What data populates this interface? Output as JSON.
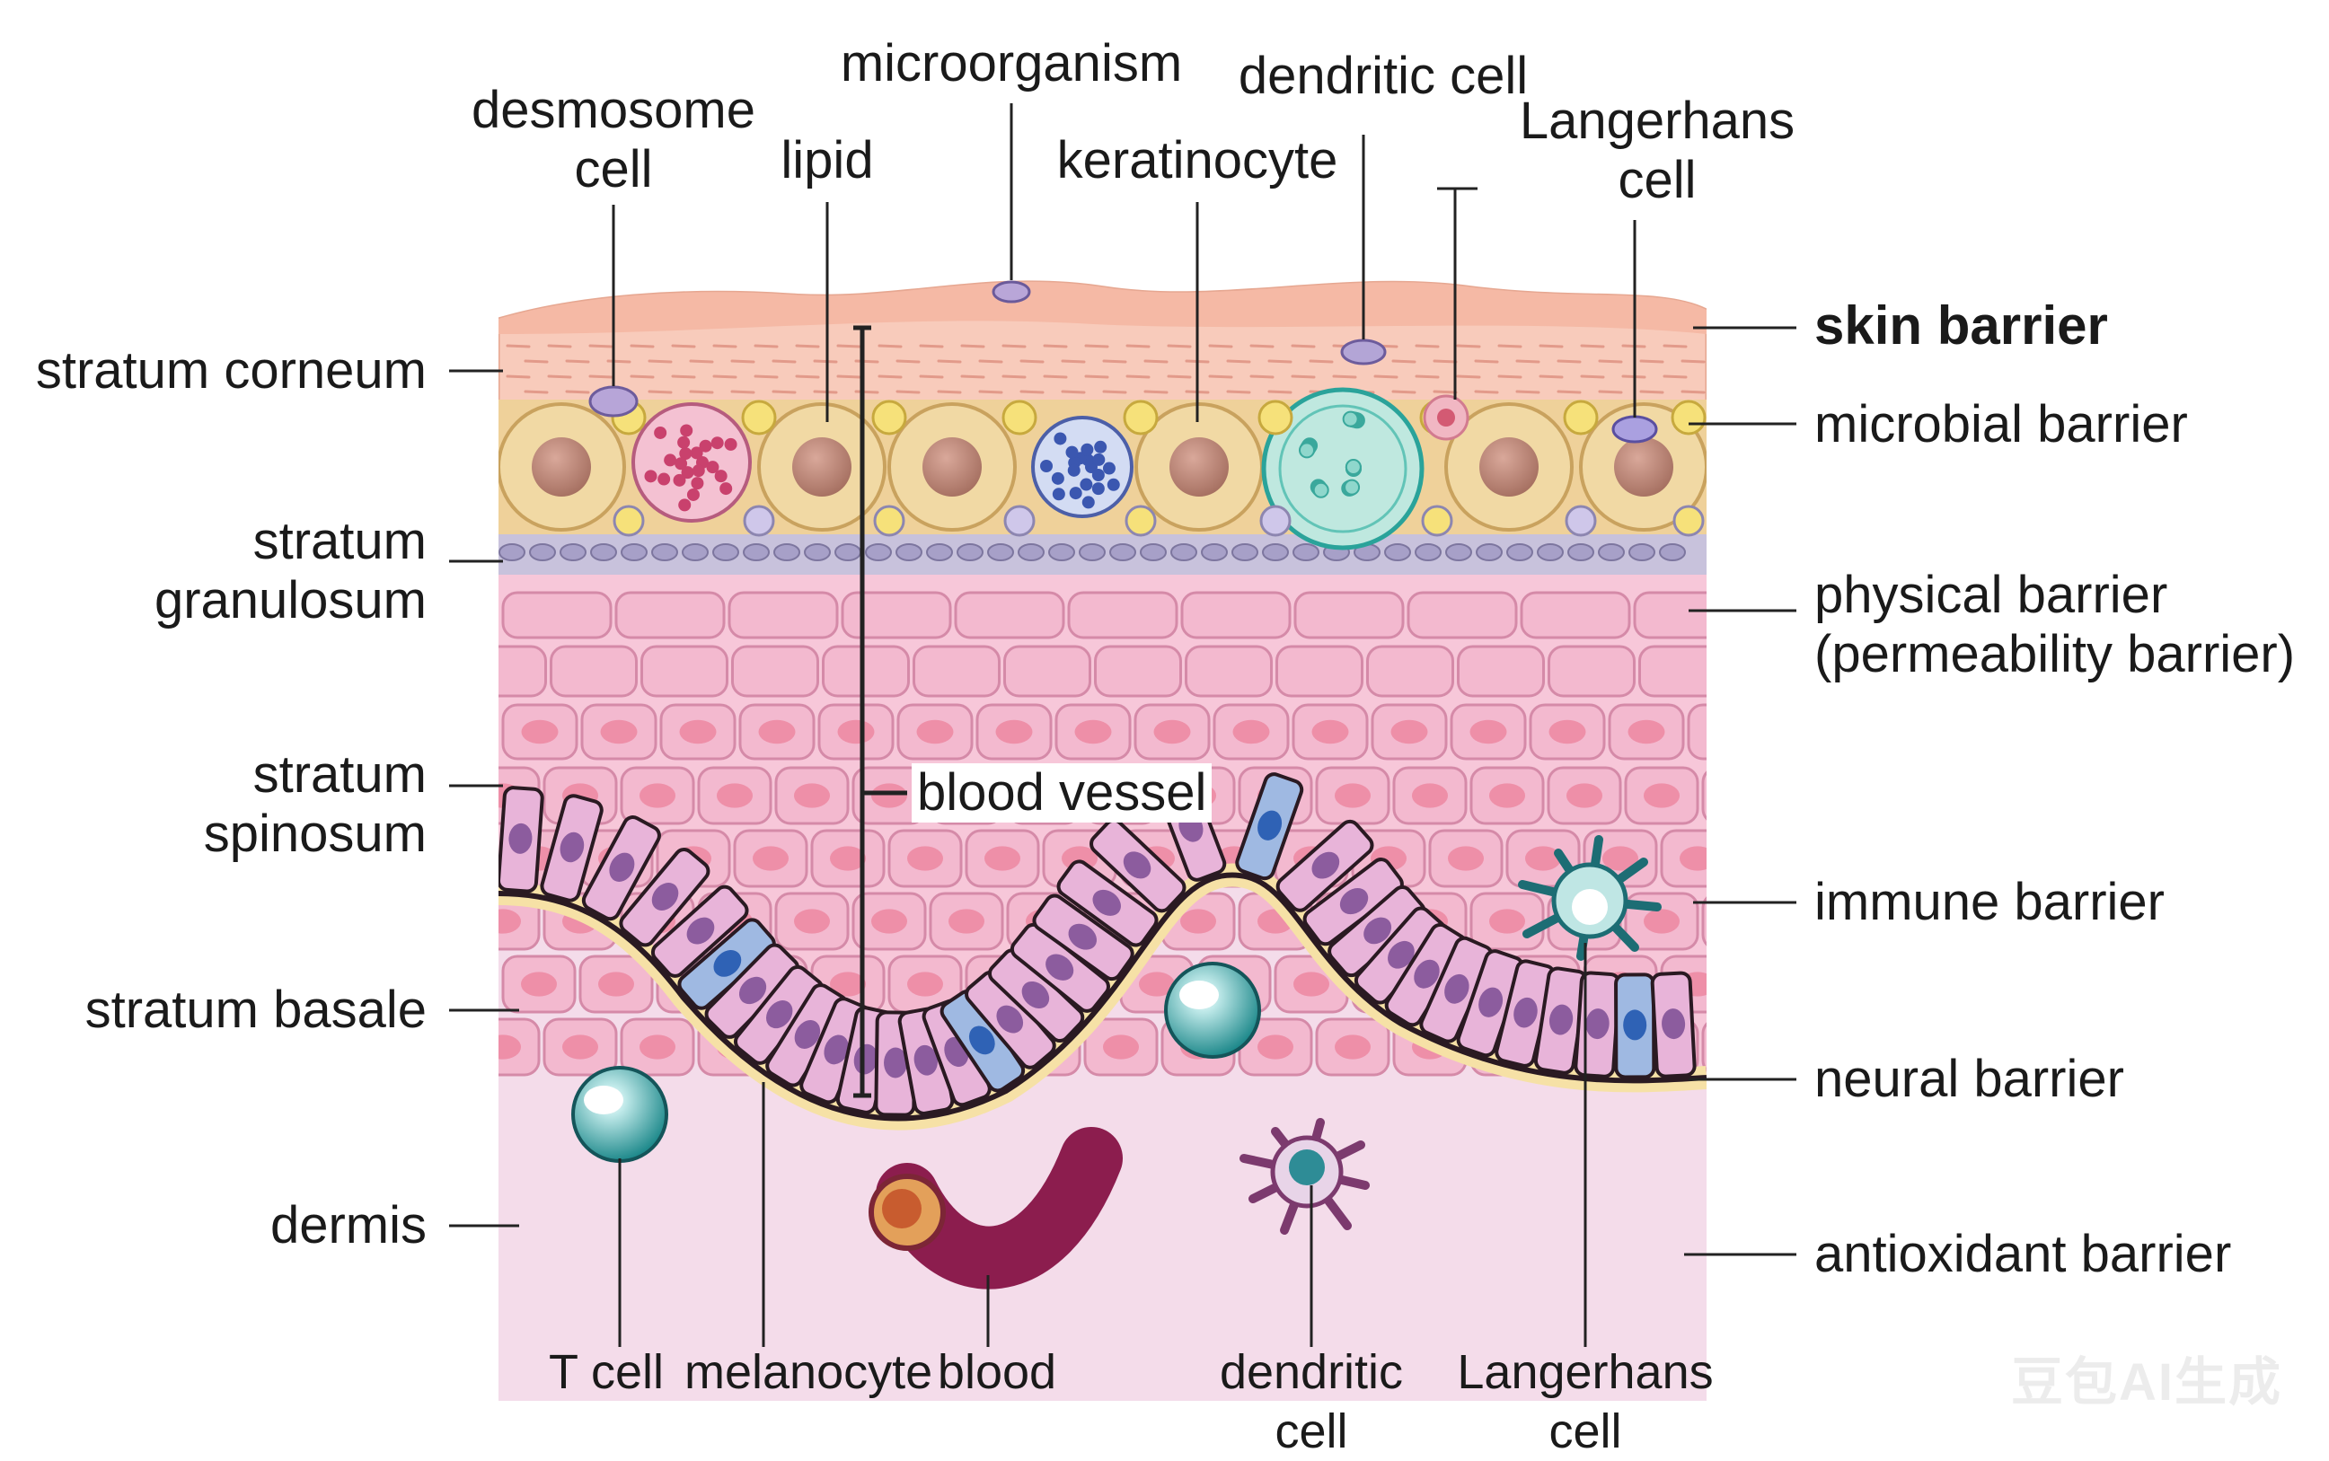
{
  "colors": {
    "corneum": "#f5c3b3",
    "granular_cell": "#f1d9a4",
    "spinosum_cell": "#f3b9cf",
    "basal_cell": "#e8b4d9",
    "basal_nucleus": "#8c5c9e",
    "melanocyte": "#5f8fcb",
    "dermis": "#f4dcea",
    "membrane": "#f7e3a9",
    "leader_line": "#222222"
  },
  "labels": {
    "top": {
      "desmosome": [
        "desmosome",
        "cell"
      ],
      "lipid": "lipid",
      "microorganism": "microorganism",
      "keratinocyte": "keratinocyte",
      "dendritic": "dendritic cell",
      "langerhans": [
        "Langerhans",
        "cell"
      ]
    },
    "left": {
      "corneum": "stratum corneum",
      "granulosum": [
        "stratum",
        "granulosum"
      ],
      "spinosum": [
        "stratum",
        "spinosum"
      ],
      "basale": "stratum basale",
      "dermis": "dermis"
    },
    "right": {
      "skin_barrier": "skin barrier",
      "microbial": "microbial barrier",
      "physical": [
        "physical barrier",
        "(permeability barrier)"
      ],
      "immune": "immune barrier",
      "neural": "neural barrier",
      "antioxidant": "antioxidant barrier"
    },
    "center": {
      "blood_vessel": "blood vessel"
    },
    "bottom": {
      "tcell": "T cell",
      "melanocyte": "melanocyte",
      "blood": "blood",
      "dendritic": [
        "dendritic",
        "cell"
      ],
      "langerhans": [
        "Langerhans",
        "cell"
      ]
    }
  },
  "watermark": "豆包AI生成"
}
